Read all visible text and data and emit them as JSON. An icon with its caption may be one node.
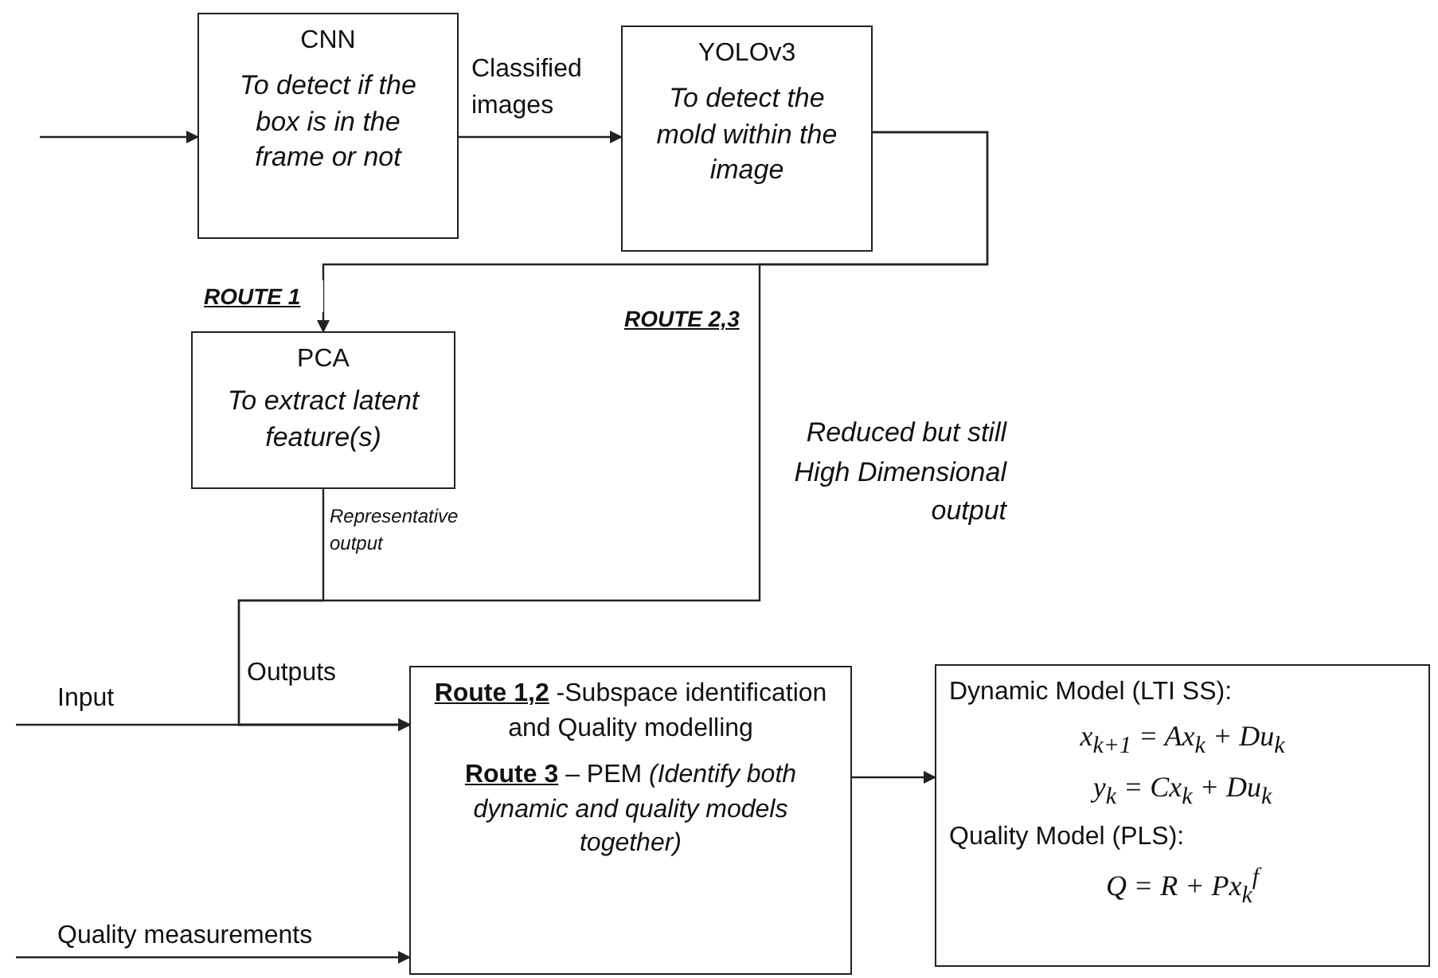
{
  "diagram": {
    "nodes": [
      {
        "text": [
          "CNN",
          "To detect if the box is in the frame or not"
        ]
      },
      {
        "text": [
          "YOLOv3",
          "To detect the mold within the image"
        ]
      },
      {
        "text": [
          "PCA",
          "To extract latent feature(s)"
        ]
      },
      {
        "text": [
          "**Route 1,2** -Subspace identification and Quality modelling",
          "**Route 3** – PEM *(Identify both dynamic and quality models together)*"
        ]
      },
      {
        "text": [
          "Dynamic Model (LTI SS):",
          "x$_{k+1}$ = Ax$_{k}$ + Du$_{k}$",
          "y$_{k}$ = Cx$_{k}$ + Du$_{k}$",
          "Quality Model (PLS):",
          "Q = R + Px$_{k}$$^{f}$"
        ]
      }
    ],
    "edges": [
      {
        "from": null,
        "to": 0,
        "arrow": "to"
      },
      {
        "from": 0,
        "to": 1,
        "arrow": "to",
        "label": "Classified images"
      },
      {
        "from": 1,
        "to": 2,
        "arrow": "to",
        "label": "ROUTE 1"
      },
      {
        "from": 1,
        "to": 3,
        "arrow": "to",
        "label": "ROUTE 2,3"
      },
      {
        "from": 2,
        "to": 3,
        "arrow": "to",
        "label": "Representative output"
      },
      {
        "from": null,
        "to": 3,
        "arrow": "to",
        "label": "Input"
      },
      {
        "from": null,
        "to": 3,
        "arrow": "to",
        "label": "Quality measurements"
      },
      {
        "from": 3,
        "to": 4,
        "arrow": "to"
      }
    ],
    "labels": [
      "Reduced but still High Dimensional output",
      "Outputs"
    ]
  }
}
